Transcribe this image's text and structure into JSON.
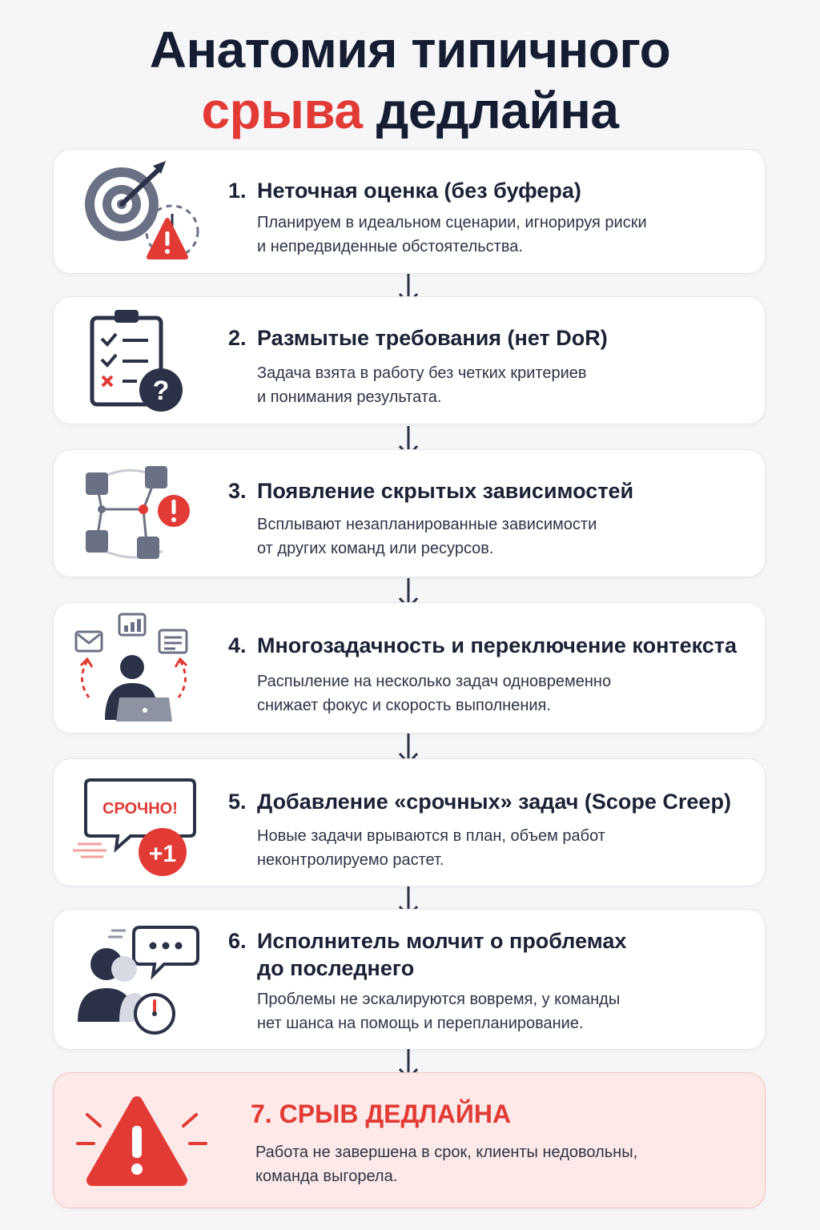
{
  "title": {
    "line1": "Анатомия типичного",
    "line2_red": "срыва",
    "line2_dark": "дедлайна"
  },
  "steps": [
    {
      "number": "1.",
      "title": "Неточная оценка (без буфера)",
      "desc1": "Планируем в идеальном сценарии, игнорируя риски",
      "desc2": "и непредвиденные обстоятельства.",
      "icon": "target-warning-icon"
    },
    {
      "number": "2.",
      "title": "Размытые требования (нет DoR)",
      "desc1": "Задача взята в работу без четких критериев",
      "desc2": "и понимания результата.",
      "icon": "clipboard-question-icon"
    },
    {
      "number": "3.",
      "title": "Появление скрытых зависимостей",
      "desc1": "Всплывают незапланированные зависимости",
      "desc2": "от других команд или ресурсов.",
      "icon": "dependency-graph-icon"
    },
    {
      "number": "4.",
      "title": "Многозадачность и переключение контекста",
      "desc1": "Распыление на несколько задач одновременно",
      "desc2": "снижает фокус и скорость выполнения.",
      "icon": "multitasking-person-icon"
    },
    {
      "number": "5.",
      "title": "Добавление «срочных» задач (Scope Creep)",
      "desc1": "Новые задачи врываются в план, объем работ",
      "desc2": "неконтролируемо растет.",
      "icon": "urgent-bubble-icon",
      "bubble_text": "СРОЧНО!",
      "badge_text": "+1"
    },
    {
      "number": "6.",
      "title": "Исполнитель молчит о проблемах",
      "title2": "до последнего",
      "desc1": "Проблемы не эскалируются вовремя, у команды",
      "desc2": "нет шанса на помощь и перепланирование.",
      "icon": "silent-person-clock-icon"
    }
  ],
  "final": {
    "title": "7. СРЫВ ДЕДЛАЙНА",
    "desc1": "Работа не завершена в срок, клиенты недовольны,",
    "desc2": "команда выгорела.",
    "icon": "warning-triangle-icon"
  },
  "colors": {
    "accent_red": "#e23a35",
    "navy": "#161d33",
    "gray_icon": "#6b7184",
    "final_bg": "#fde9e7"
  }
}
